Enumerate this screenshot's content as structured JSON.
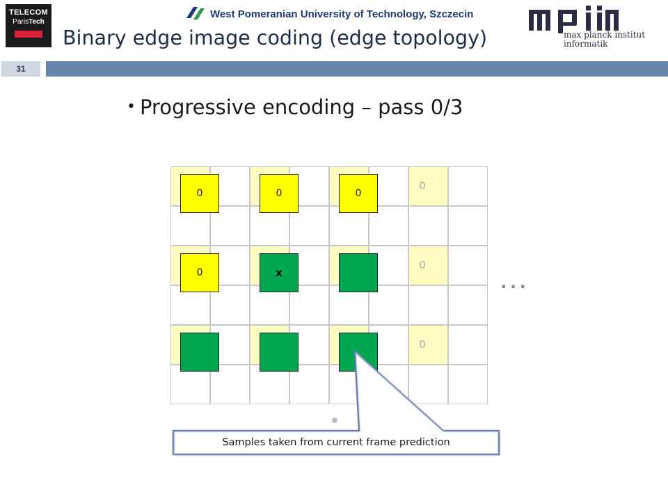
{
  "header": {
    "telecom_logo": {
      "line1": "TELECOM",
      "line2a": "Paris",
      "line2b": "Tech"
    },
    "university_name": "West Pomeranian University of Technology, Szczecin",
    "mpi_logo": {
      "mark": "mpii",
      "line1": "max planck institut",
      "line2": "informatik"
    }
  },
  "slide": {
    "title": "Binary edge image coding (edge topology)",
    "number": "31",
    "bullet": "Progressive encoding – pass 0/3",
    "ellipsis": "...",
    "callout": "Samples taken from current frame prediction"
  },
  "grid": {
    "samples": [
      {
        "id": "s-r0c0",
        "color": "yellow",
        "label": "0"
      },
      {
        "id": "s-r0c1",
        "color": "yellow",
        "label": "0"
      },
      {
        "id": "s-r0c2",
        "color": "yellow",
        "label": "0"
      },
      {
        "id": "s-r1c0",
        "color": "yellow",
        "label": "0"
      },
      {
        "id": "s-r1c1",
        "color": "green",
        "label": "x"
      },
      {
        "id": "s-r1c2",
        "color": "green",
        "label": ""
      },
      {
        "id": "s-r2c0",
        "color": "green",
        "label": ""
      },
      {
        "id": "s-r2c1",
        "color": "green",
        "label": ""
      },
      {
        "id": "s-r2c2",
        "color": "green",
        "label": ""
      }
    ],
    "ghost_labels": [
      "0",
      "0",
      "0"
    ]
  },
  "colors": {
    "title": "#1e2e44",
    "bar": "#6685a8",
    "sample_yellow": "#ffff00",
    "sample_green": "#00a550",
    "pale_cell": "#fffdc2",
    "callout_border": "#6a7fb0"
  }
}
